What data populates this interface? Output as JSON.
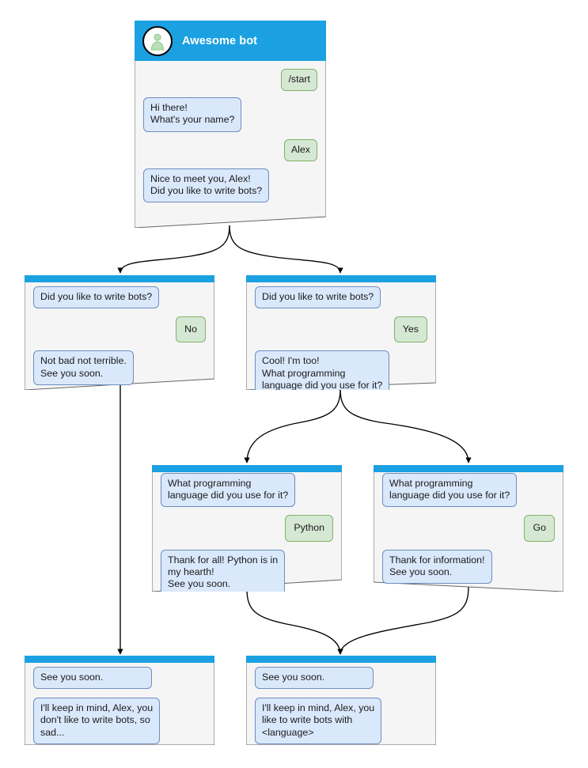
{
  "diagram": {
    "title": "Awesome bot conversation flow",
    "colors": {
      "header_blue": "#1ba1e2",
      "bot_bubble_fill": "#dae8fc",
      "bot_bubble_stroke": "#6c8ebf",
      "user_bubble_fill": "#d5e8d4",
      "user_bubble_stroke": "#82b366",
      "node_fill": "#f5f5f5",
      "node_stroke": "#666666",
      "edge_stroke": "#000000",
      "canvas": "#ffffff"
    }
  },
  "nodes": {
    "root": {
      "id": "root",
      "header_type": "tall",
      "avatar_icon": "person-avatar-icon",
      "title": "Awesome bot",
      "messages": [
        {
          "side": "right",
          "role": "user",
          "text": "/start"
        },
        {
          "side": "left",
          "role": "bot",
          "text": "Hi there!\nWhat's your name?"
        },
        {
          "side": "right",
          "role": "user",
          "text": "Alex"
        },
        {
          "side": "left",
          "role": "bot",
          "text": "Nice to meet you, Alex!\nDid you like to write bots?"
        }
      ]
    },
    "no_branch": {
      "id": "no_branch",
      "header_type": "thin",
      "messages": [
        {
          "side": "left",
          "role": "bot",
          "text": "Did you like to write bots?"
        },
        {
          "side": "right",
          "role": "user",
          "text": "No"
        },
        {
          "side": "left",
          "role": "bot",
          "text": "Not bad not terrible.\nSee you soon."
        }
      ]
    },
    "yes_branch": {
      "id": "yes_branch",
      "header_type": "thin",
      "messages": [
        {
          "side": "left",
          "role": "bot",
          "text": "Did you like to write bots?"
        },
        {
          "side": "right",
          "role": "user",
          "text": "Yes"
        },
        {
          "side": "left",
          "role": "bot",
          "text": "Cool! I'm too!\nWhat programming\nlanguage did you use for it?"
        }
      ]
    },
    "python_branch": {
      "id": "python_branch",
      "header_type": "thin",
      "messages": [
        {
          "side": "left",
          "role": "bot",
          "text": "What programming\nlanguage did you use for it?"
        },
        {
          "side": "right",
          "role": "user",
          "text": "Python"
        },
        {
          "side": "left",
          "role": "bot",
          "text": "Thank for all! Python is in\nmy hearth!\nSee you soon."
        }
      ]
    },
    "go_branch": {
      "id": "go_branch",
      "header_type": "thin",
      "messages": [
        {
          "side": "left",
          "role": "bot",
          "text": "What programming\nlanguage did you use for it?"
        },
        {
          "side": "right",
          "role": "user",
          "text": "Go"
        },
        {
          "side": "left",
          "role": "bot",
          "text": "Thank for information!\nSee you soon."
        }
      ]
    },
    "end_sad": {
      "id": "end_sad",
      "header_type": "thin",
      "messages": [
        {
          "side": "left",
          "role": "bot",
          "text": "See you soon."
        },
        {
          "side": "left",
          "role": "bot",
          "text": "I'll keep in mind, Alex, you\ndon't like to write bots, so\nsad..."
        }
      ]
    },
    "end_happy": {
      "id": "end_happy",
      "header_type": "thin",
      "messages": [
        {
          "side": "left",
          "role": "bot",
          "text": "See you soon."
        },
        {
          "side": "left",
          "role": "bot",
          "text": "I'll keep in mind, Alex, you\nlike to write bots with\n<language>"
        }
      ]
    }
  },
  "edges": [
    {
      "from": "root",
      "to": "no_branch",
      "kind": "fork-left"
    },
    {
      "from": "root",
      "to": "yes_branch",
      "kind": "fork-right"
    },
    {
      "from": "no_branch",
      "to": "end_sad",
      "kind": "straight"
    },
    {
      "from": "yes_branch",
      "to": "python_branch",
      "kind": "fork-left"
    },
    {
      "from": "yes_branch",
      "to": "go_branch",
      "kind": "fork-right"
    },
    {
      "from": "python_branch",
      "to": "end_happy",
      "kind": "merge-left"
    },
    {
      "from": "go_branch",
      "to": "end_happy",
      "kind": "merge-right"
    }
  ]
}
